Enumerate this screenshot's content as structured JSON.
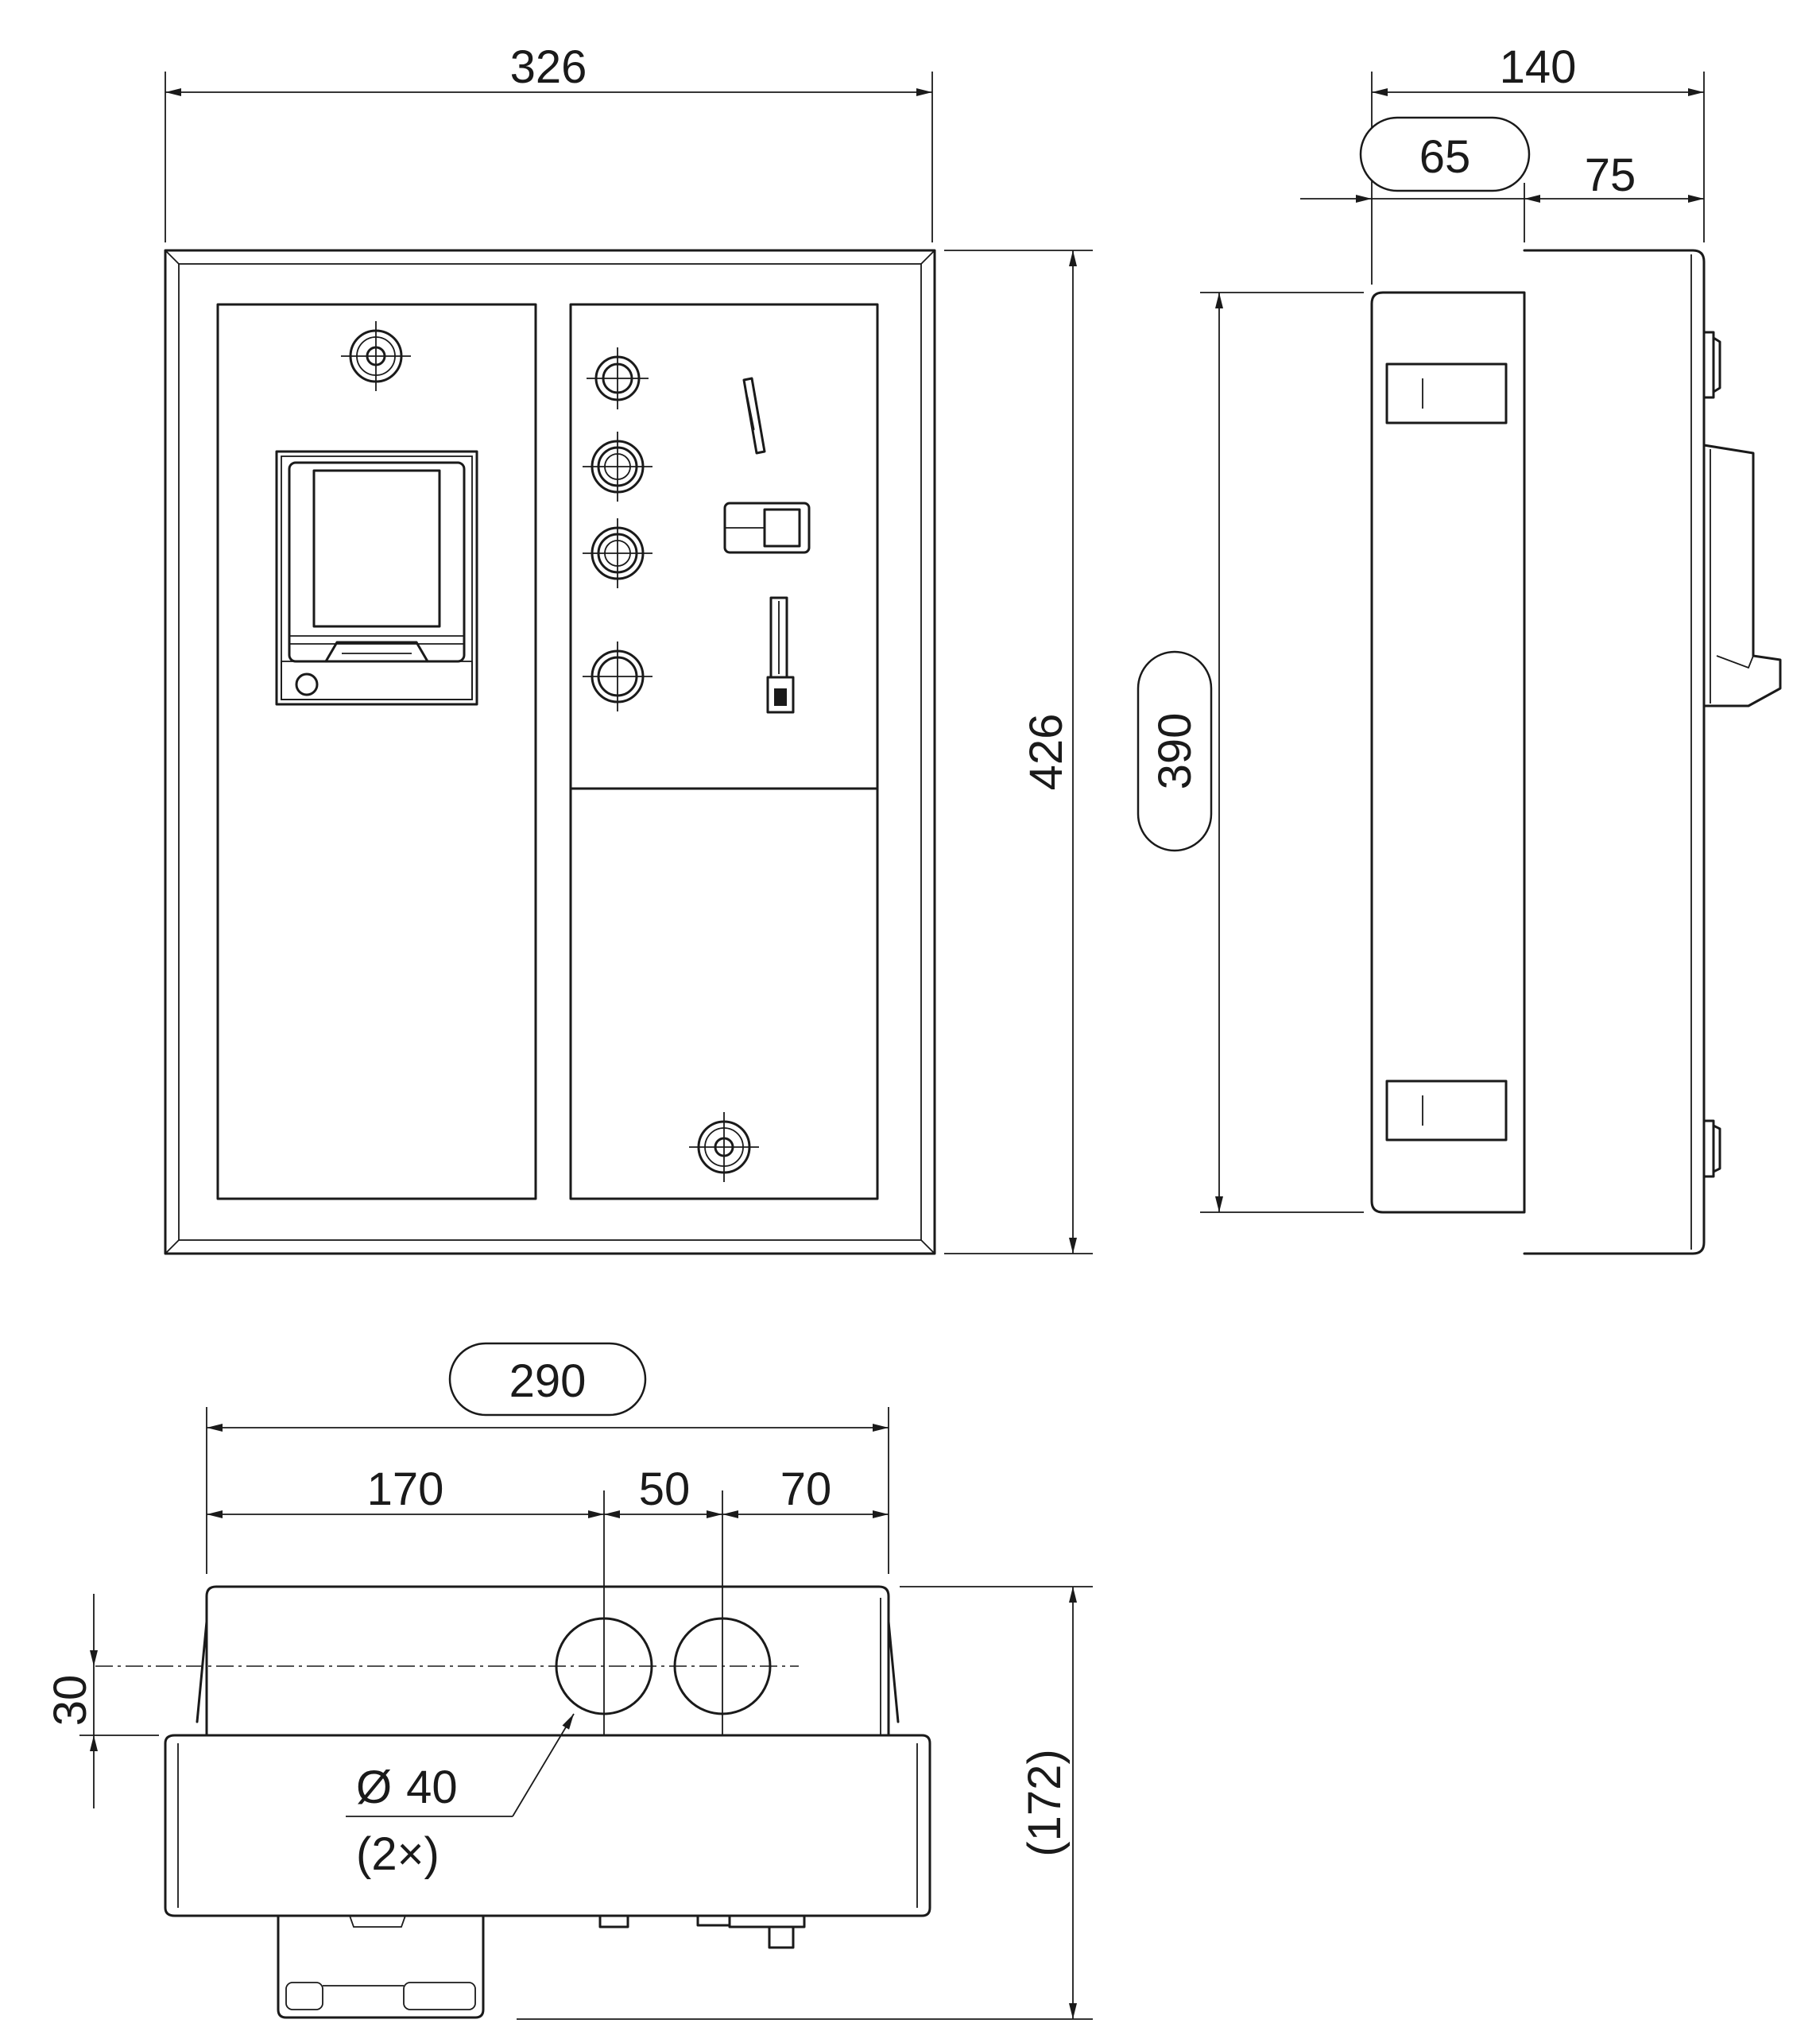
{
  "dimensions": {
    "front_width": "326",
    "front_height": "426",
    "side_depth": "140",
    "side_depth_part_a": "65",
    "side_depth_part_b": "75",
    "side_height": "390",
    "bottom_width": "290",
    "bottom_offset_1": "170",
    "bottom_spacing": "50",
    "bottom_offset_2": "70",
    "bottom_hole_offset": "30",
    "bottom_depth": "(172)",
    "hole_diameter_symbol": "Ø",
    "hole_diameter": "40",
    "hole_count": "(2×)"
  }
}
